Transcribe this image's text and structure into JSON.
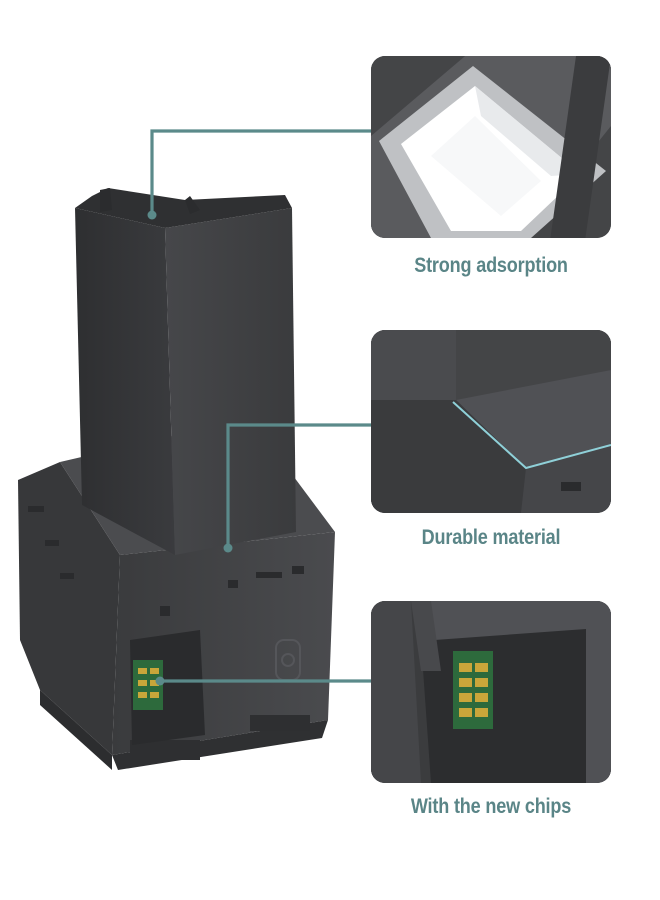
{
  "colors": {
    "accent": "#5b8a8a",
    "caption": "#5a8587",
    "body_dark": "#3f4042",
    "chip_green": "#2d6a3c",
    "chip_gold": "#c9a63a"
  },
  "features": [
    {
      "label": "Strong adsorption"
    },
    {
      "label": "Durable material"
    },
    {
      "label": "With the new chips"
    }
  ]
}
